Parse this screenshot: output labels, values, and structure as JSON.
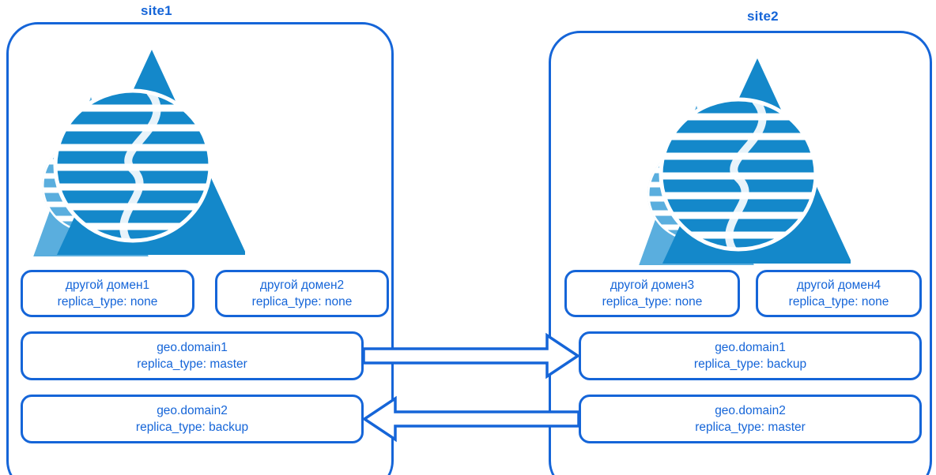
{
  "diagram": {
    "title_left": "site1",
    "title_right": "site2",
    "accent_color": "#1565d8",
    "logo_dark_color": "#1488ca",
    "logo_light_color": "#5aaede"
  },
  "site1": {
    "label": "site1",
    "logo": "company-logo",
    "domains": [
      {
        "name": "другой домен1",
        "replica": "replica_type: none"
      },
      {
        "name": "другой домен2",
        "replica": "replica_type: none"
      },
      {
        "name": "geo.domain1",
        "replica": "replica_type: master"
      },
      {
        "name": "geo.domain2",
        "replica": "replica_type: backup"
      }
    ]
  },
  "site2": {
    "label": "site2",
    "logo": "company-logo",
    "domains": [
      {
        "name": "другой домен3",
        "replica": "replica_type: none"
      },
      {
        "name": "другой домен4",
        "replica": "replica_type: none"
      },
      {
        "name": "geo.domain1",
        "replica": "replica_type: backup"
      },
      {
        "name": "geo.domain2",
        "replica": "replica_type: master"
      }
    ]
  },
  "connections": [
    {
      "id": "replication-arrow-left-to-right",
      "from": "site1.geo.domain1",
      "to": "site2.geo.domain1",
      "direction": "right"
    },
    {
      "id": "replication-arrow-right-to-left",
      "from": "site2.geo.domain2",
      "to": "site1.geo.domain2",
      "direction": "left"
    }
  ]
}
